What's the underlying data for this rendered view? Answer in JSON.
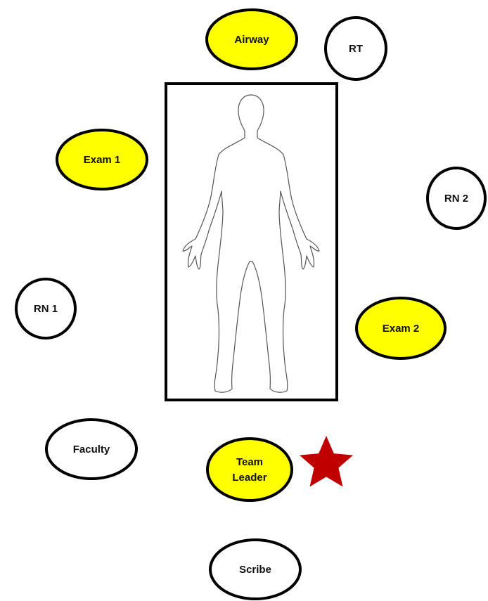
{
  "roles": [
    {
      "id": "airway",
      "label": "Airway",
      "highlighted": true
    },
    {
      "id": "rt",
      "label": "RT",
      "highlighted": false
    },
    {
      "id": "exam-1",
      "label": "Exam 1",
      "highlighted": true
    },
    {
      "id": "rn-2",
      "label": "RN 2",
      "highlighted": false
    },
    {
      "id": "rn-1",
      "label": "RN 1",
      "highlighted": false
    },
    {
      "id": "exam-2",
      "label": "Exam 2",
      "highlighted": true
    },
    {
      "id": "faculty",
      "label": "Faculty",
      "highlighted": false
    },
    {
      "id": "team-leader",
      "label": "Team\nLeader",
      "highlighted": true
    },
    {
      "id": "scribe",
      "label": "Scribe",
      "highlighted": false
    }
  ],
  "colors": {
    "highlight_fill": "#ffff00",
    "plain_fill": "#ffffff",
    "outline": "#000000",
    "star": "#c00000"
  },
  "icons": {
    "patient": "human-body-outline-icon",
    "leader_marker": "star-icon"
  }
}
